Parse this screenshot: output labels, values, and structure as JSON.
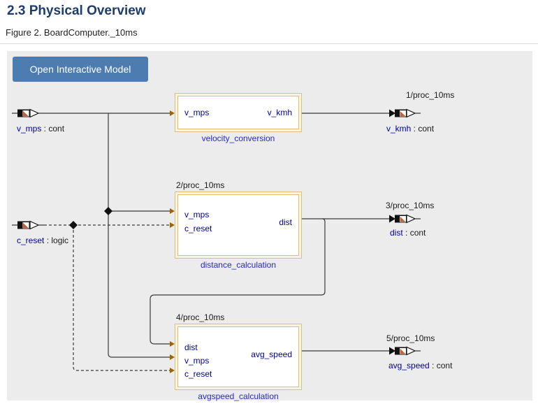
{
  "page": {
    "title": "2.3 Physical Overview",
    "figure_caption": "Figure 2. BoardComputer._10ms",
    "button_label": "Open Interactive Model"
  },
  "colors": {
    "title_text": "#1e3c6e",
    "button_bg": "#4d7cb0",
    "diagram_bg": "#ececec",
    "block_border": "#ddbe7a",
    "block_fill": "#f9f3df",
    "port_name_text": "#00009b",
    "block_name_text": "#2727cd",
    "wire": "#3a3a3a",
    "input_arrowhead": "#9c6500",
    "port_icon_accent": "#c85f35"
  },
  "icons": {
    "input_port": "signal-input-port-icon",
    "output_port": "signal-output-port-icon",
    "junction": "wire-junction-diamond"
  },
  "inputs": [
    {
      "name": "v_mps",
      "sep": " : ",
      "type": "cont"
    },
    {
      "name": "c_reset",
      "sep": " : ",
      "type": "logic"
    }
  ],
  "outputs": [
    {
      "proc": "1/proc_10ms",
      "name": "v_kmh",
      "sep": " : ",
      "type": "cont"
    },
    {
      "proc": "3/proc_10ms",
      "name": "dist",
      "sep": " : ",
      "type": "cont"
    },
    {
      "proc": "5/proc_10ms",
      "name": "avg_speed",
      "sep": " : ",
      "type": "cont"
    }
  ],
  "blocks": [
    {
      "name": "velocity_conversion",
      "in": [
        "v_mps"
      ],
      "out": [
        "v_kmh"
      ]
    },
    {
      "name": "distance_calculation",
      "proc": "2/proc_10ms",
      "in": [
        "v_mps",
        "c_reset"
      ],
      "out": [
        "dist"
      ]
    },
    {
      "name": "avgspeed_calculation",
      "proc": "4/proc_10ms",
      "in": [
        "dist",
        "v_mps",
        "c_reset"
      ],
      "out": [
        "avg_speed"
      ]
    }
  ]
}
